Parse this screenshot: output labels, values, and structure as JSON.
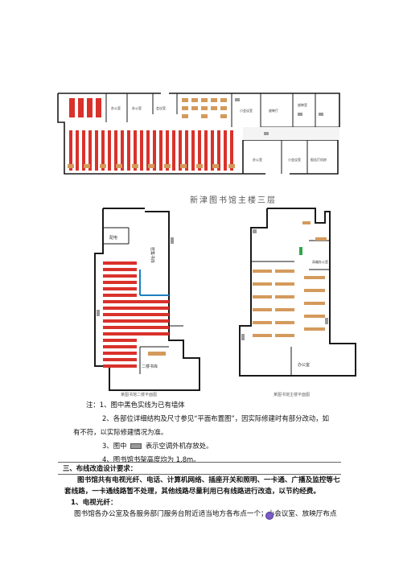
{
  "floor3_plan": {
    "caption": "新津图书馆主楼三层",
    "rooms": {
      "office1": "办公室",
      "office2": "办公室",
      "meeting": "会议室",
      "small_meeting": "小会议室",
      "film_hall": "放映厅",
      "projection_room": "放映室",
      "office3": "办公室",
      "room4": "小会议室",
      "room5": "报告厅机房"
    }
  },
  "left_plan": {
    "room_a": "配电",
    "room_b": "密集书库",
    "room_c": "二楼书库",
    "caption": "某图书馆二楼平面图"
  },
  "right_plan": {
    "room_a": "采编办公室",
    "room_b": "办公室",
    "caption": "某图书馆主楼平面图"
  },
  "notes": {
    "line1": "注：1、图中黑色实线为已有墙体",
    "line2": "2、各部位详细结构及尺寸参见“平面布置图”，因实际修建时有部分改动，如",
    "line3": "有不符，以实际修建情况为准。",
    "line4a": "3、图中",
    "line4b": "表示空调外机存放处。",
    "line5": "4、图书馆书架高度均为 1.8m。"
  },
  "section": {
    "heading": "三、布线改造设计要求：",
    "para1": "图书馆共有电视光纤、电话、计算机网络、插座开关和照明、一卡通、广播及监控等七套线路，一卡通线路暂不处理，其他线路尽量利用已有线路进行改造，以节约经费。",
    "sub1": "1、电视光纤：",
    "para2": "图书馆各办公室及各服务部门服务台附近适当地方各布点一个；小会议室、放映厅布点"
  },
  "colors": {
    "shelf_red": "#d9322b",
    "shelf_orange": "#d49a5c",
    "wall": "#1a1a1a",
    "accent_blue": "#1e7fbf",
    "accent_green": "#2fa84a",
    "ac_gray": "#9a9a9a"
  }
}
